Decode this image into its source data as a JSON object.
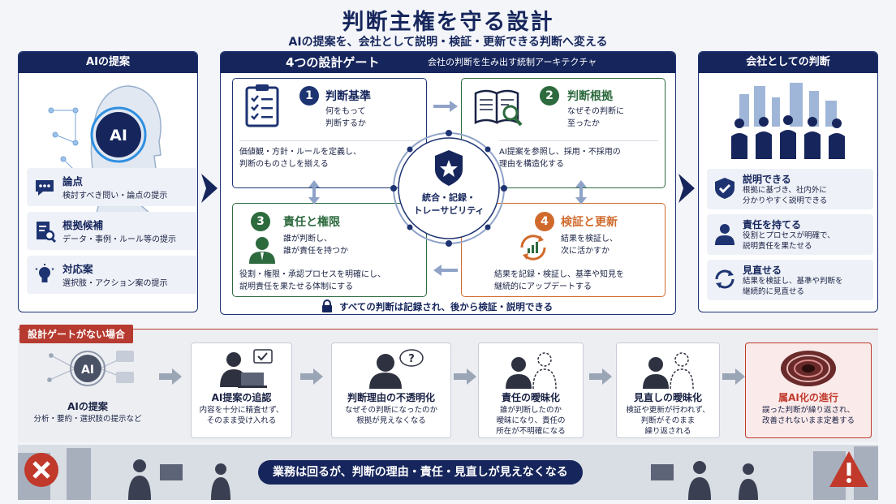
{
  "header": {
    "title": "判断主権を守る設計",
    "subtitle": "AIの提案を、会社として説明・検証・更新できる判断へ変える"
  },
  "left": {
    "title": "AIの提案",
    "ai_label": "AI",
    "items": [
      {
        "title": "論点",
        "desc": "検討すべき問い・論点の提示",
        "icon": "chat-bubble-icon"
      },
      {
        "title": "根拠候補",
        "desc": "データ・事例・ルール等の提示",
        "icon": "document-search-icon"
      },
      {
        "title": "対応案",
        "desc": "選択肢・アクション案の提示",
        "icon": "lightbulb-icon"
      }
    ]
  },
  "center": {
    "title": "4つの設計ゲート",
    "subtitle": "会社の判断を生み出す統制アーキテクチャ",
    "gates": [
      {
        "num": "1",
        "title": "判断基準",
        "question": "何をもって|判断するか",
        "desc": "価値観・方針・ルールを定義し、|判断のものさしを揃える",
        "color": "#1d3372"
      },
      {
        "num": "2",
        "title": "判断根拠",
        "question": "なぜその判断に|至ったか",
        "desc": "AI提案を参照し、採用・不採用の|理由を構造化する",
        "color": "#2d6a3e"
      },
      {
        "num": "3",
        "title": "責任と権限",
        "question": "誰が判断し、|誰が責任を持つか",
        "desc": "役割・権限・承認プロセスを明確にし、|説明責任を果たせる体制にする",
        "color": "#2d6a3e"
      },
      {
        "num": "4",
        "title": "検証と更新",
        "question": "結果を検証し、|次に活かすか",
        "desc": "結果を記録・検証し、基準や知見を|継続的にアップデートする",
        "color": "#d06a2c"
      }
    ],
    "hub": "統合・記録・|トレーサビリティ",
    "footer": "すべての判断は記録され、後から検証・説明できる"
  },
  "right": {
    "title": "会社としての判断",
    "items": [
      {
        "title": "説明できる",
        "desc": "根拠に基づき、社内外に|分かりやすく説明できる",
        "icon": "shield-check-icon"
      },
      {
        "title": "責任を持てる",
        "desc": "役割とプロセスが明確で、|説明責任を果たせる",
        "icon": "person-icon"
      },
      {
        "title": "見直せる",
        "desc": "結果を検証し、基準や判断を|継続的に見直せる",
        "icon": "refresh-icon"
      }
    ]
  },
  "bottom": {
    "label": "設計ゲートがない場合",
    "steps": [
      {
        "title": "AIの提案",
        "desc": "分析・要約・選択肢の提示など"
      },
      {
        "title": "AI提案の追認",
        "desc": "内容を十分に精査せず、|そのまま受け入れる"
      },
      {
        "title": "判断理由の不透明化",
        "desc": "なぜその判断になったのか|根拠が見えなくなる"
      },
      {
        "title": "責任の曖昧化",
        "desc": "誰が判断したのか|曖昧になり、責任の|所在が不明確になる"
      },
      {
        "title": "見直しの曖昧化",
        "desc": "検証や更新が行われず、|判断がそのまま|繰り返される"
      },
      {
        "title": "属AI化の進行",
        "desc": "誤った判断が繰り返され、|改善されないまま定着する"
      }
    ],
    "banner": "業務は回るが、判断の理由・責任・見直しが見えなくなる"
  },
  "colors": {
    "navy": "#16265c",
    "green": "#2d6a3e",
    "orange": "#d06a2c",
    "red": "#c0392b"
  }
}
